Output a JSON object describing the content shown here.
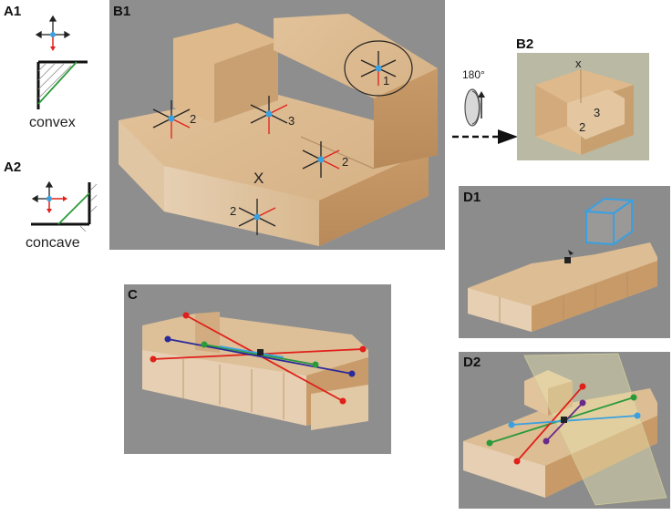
{
  "labels": {
    "a1": "A1",
    "a2": "A2",
    "b1": "B1",
    "b2": "B2",
    "c": "C",
    "d1": "D1",
    "d2": "D2"
  },
  "captions": {
    "convex": "convex",
    "concave": "concave"
  },
  "rotation_label": "180°",
  "b1_marks": {
    "n1": "1",
    "n2_left": "2",
    "n3": "3",
    "n2_right": "2",
    "n2_bottom": "2",
    "x": "X"
  },
  "b2_marks": {
    "x": "x",
    "n3": "3",
    "n2": "2"
  },
  "colors": {
    "arrow_red": "#e0201a",
    "arrow_dark": "#222222",
    "dot_blue": "#3aa0e0",
    "line_green": "#2a9a3a",
    "line_red": "#e0201a",
    "line_navy": "#2a2a9a",
    "line_lightblue": "#3aa0e0",
    "cube_outline": "#3aa0e0",
    "wood": "#d8b48a",
    "photo_bg": "#8f8f8f"
  }
}
